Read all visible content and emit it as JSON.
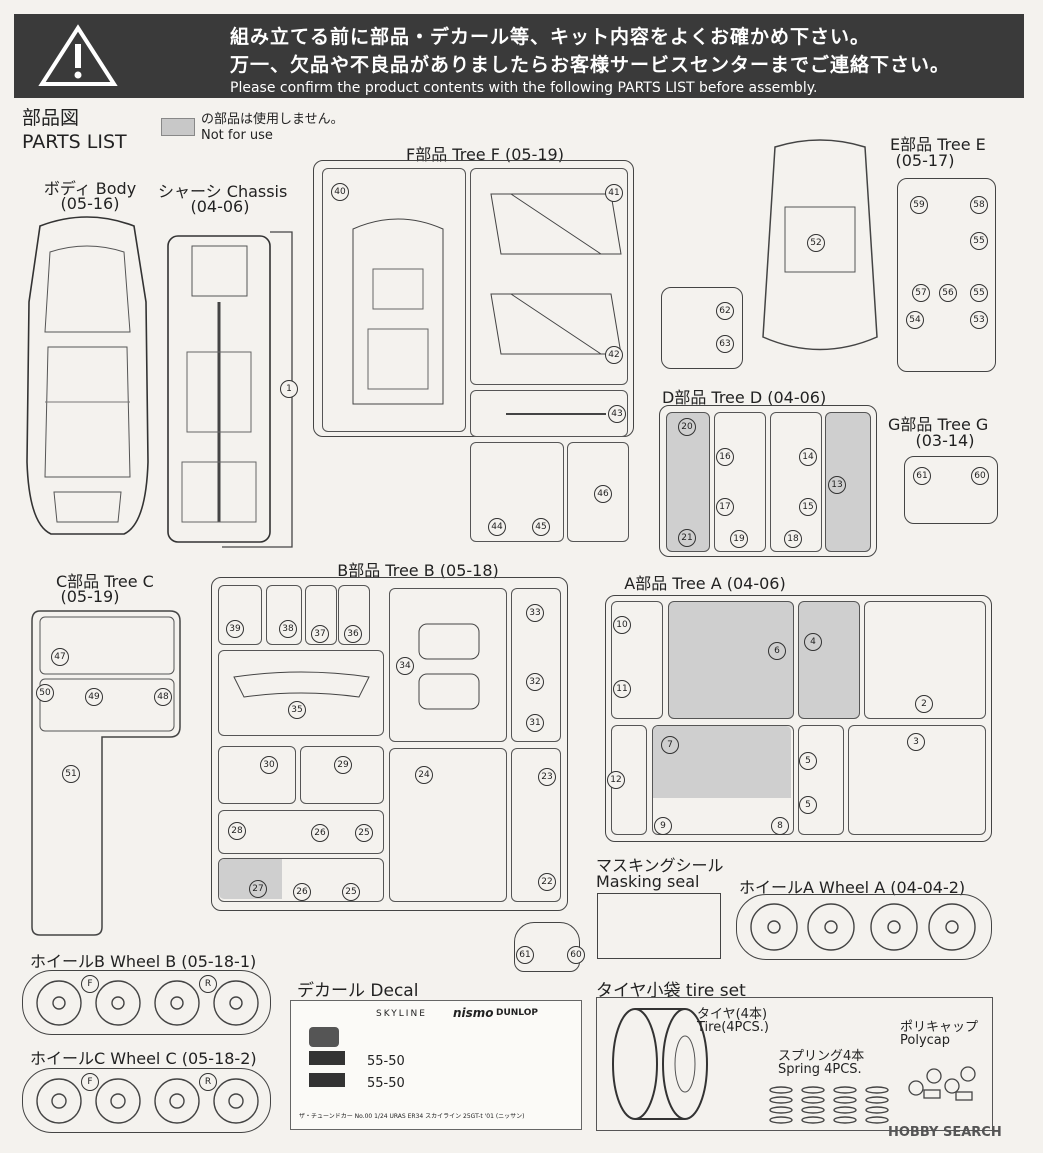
{
  "banner": {
    "line1": "組み立てる前に部品・デカール等、キット内容をよくお確かめ下さい。",
    "line2": "万一、欠品や不良品がありましたらお客様サービスセンターまでご連絡下さい。",
    "line3": "Please confirm the product contents with the following PARTS LIST before assembly."
  },
  "header": {
    "title_jp": "部品図",
    "title_en": "PARTS LIST",
    "legend_jp": "の部品は使用しません。",
    "legend_en": "Not for use"
  },
  "sections": {
    "body": {
      "label": "ボディ Body",
      "code": "(05-16)"
    },
    "chassis": {
      "label": "シャーシ Chassis",
      "code": "(04-06)"
    },
    "treeF": {
      "label": "F部品 Tree F (05-19)"
    },
    "treeE": {
      "label": "E部品 Tree E",
      "code": "(05-17)"
    },
    "treeD": {
      "label": "D部品 Tree D (04-06)"
    },
    "treeG": {
      "label": "G部品 Tree G",
      "code": "(03-14)"
    },
    "treeC": {
      "label": "C部品 Tree C",
      "code": "(05-19)"
    },
    "treeB": {
      "label": "B部品 Tree B (05-18)"
    },
    "treeA": {
      "label": "A部品 Tree A (04-06)"
    },
    "masking": {
      "label_jp": "マスキングシール",
      "label_en": "Masking seal"
    },
    "wheelA": {
      "label": "ホイールA Wheel A (04-04-2)"
    },
    "wheelB": {
      "label": "ホイールB Wheel B (05-18-1)"
    },
    "wheelC": {
      "label": "ホイールC Wheel C (05-18-2)"
    },
    "decal": {
      "label": "デカール Decal"
    },
    "tires": {
      "label": "タイヤ小袋  tire set",
      "tire_jp": "タイヤ(4本)",
      "tire_en": "Tire(4PCS.)",
      "spring_jp": "スプリング4本",
      "spring_en": "Spring 4PCS.",
      "poly_jp": "ポリキャップ",
      "poly_en": "Polycap"
    }
  },
  "decal_texts": {
    "brand1": "SKYLINE",
    "brand2": "nismo",
    "brand3": "DUNLOP",
    "num1": "55-50",
    "num2": "55-50",
    "footer": "ザ・チューンドカー No.00 1/24 URAS ER34 スカイライン 25GT-t '01 (ニッサン)"
  },
  "wheel_marks": {
    "front": "F",
    "rear": "R"
  },
  "part_numbers": {
    "body": "1",
    "treeF": [
      "40",
      "41",
      "42",
      "43",
      "44",
      "45",
      "46"
    ],
    "treeE": [
      "52",
      "59",
      "58",
      "55",
      "57",
      "56",
      "55",
      "54",
      "53",
      "62",
      "63"
    ],
    "treeD": [
      "20",
      "21",
      "16",
      "17",
      "19",
      "14",
      "15",
      "18",
      "13"
    ],
    "treeG": [
      "61",
      "60"
    ],
    "treeC": [
      "47",
      "50",
      "49",
      "48",
      "51"
    ],
    "treeB": [
      "39",
      "38",
      "37",
      "36",
      "34",
      "33",
      "32",
      "31",
      "35",
      "30",
      "29",
      "24",
      "23",
      "28",
      "26",
      "25",
      "27",
      "26",
      "25",
      "22",
      "61",
      "60"
    ],
    "treeA": [
      "10",
      "11",
      "6",
      "4",
      "2",
      "12",
      "7",
      "5",
      "5",
      "3",
      "9",
      "8"
    ]
  },
  "watermark": "HOBBY SEARCH",
  "colors": {
    "banner": "#3a3a3a",
    "grey_part": "#cfcfcf",
    "paper": "#f4f2ee",
    "line": "#444444"
  }
}
